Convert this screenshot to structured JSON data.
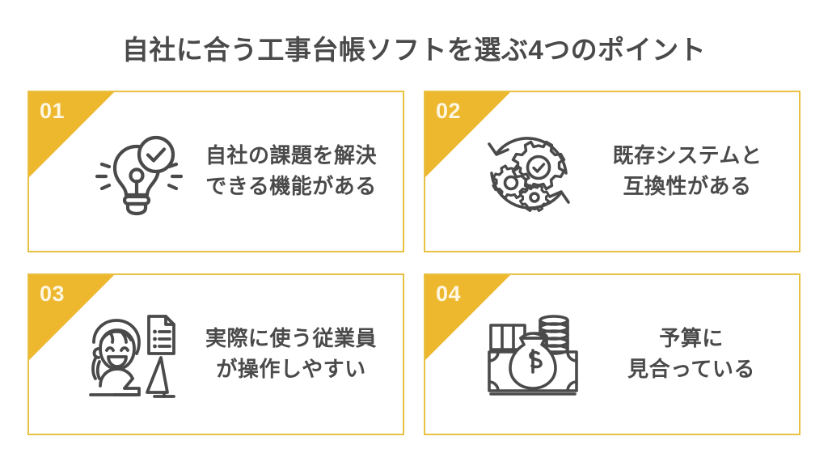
{
  "slide": {
    "background_color": "#ffffff",
    "accent_color": "#edb72e",
    "border_color": "#e8c142",
    "text_color": "#4a4a4a",
    "number_color": "#fdf6e0"
  },
  "header": {
    "title": "自社に合う工事台帳ソフトを選ぶ4つのポイント"
  },
  "cards": [
    {
      "number": "01",
      "icon": "lightbulb-check-icon",
      "line1": "自社の課題を解決",
      "line2": "できる機能がある"
    },
    {
      "number": "02",
      "icon": "gears-sync-check-icon",
      "line1": "既存システムと",
      "line2": "互換性がある"
    },
    {
      "number": "03",
      "icon": "person-computer-document-icon",
      "line1": "実際に使う従業員",
      "line2": "が操作しやすい"
    },
    {
      "number": "04",
      "icon": "money-bag-cash-icon",
      "line1": "予算に",
      "line2": "見合っている"
    }
  ]
}
